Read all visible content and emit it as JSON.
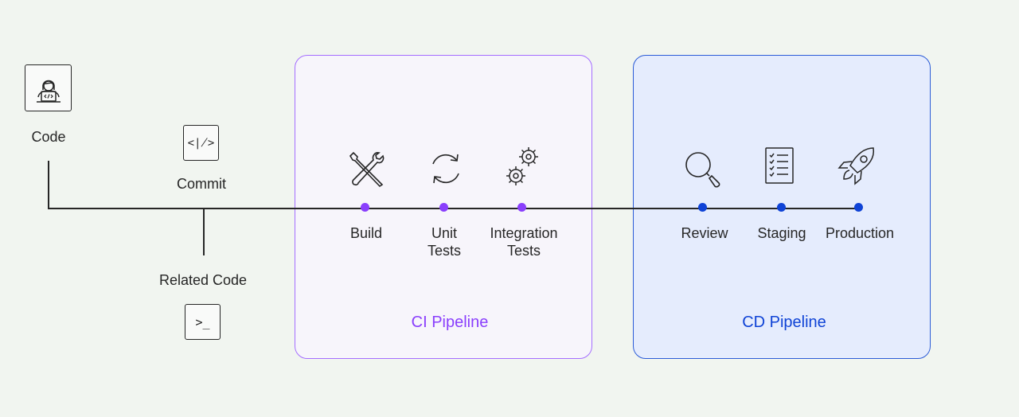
{
  "sources": {
    "code_label": "Code",
    "commit_label": "Commit",
    "related_label": "Related Code",
    "commit_glyph": "<∤>",
    "terminal_glyph": ">_"
  },
  "ci": {
    "title": "CI Pipeline",
    "color": "#8a3ffc",
    "stages": [
      {
        "label": "Build",
        "icon": "wrench-screwdriver-icon"
      },
      {
        "label": "Unit\nTests",
        "icon": "refresh-cycle-icon"
      },
      {
        "label": "Integration\nTests",
        "icon": "gears-icon"
      }
    ]
  },
  "cd": {
    "title": "CD Pipeline",
    "color": "#0f43d6",
    "stages": [
      {
        "label": "Review",
        "icon": "magnifier-icon"
      },
      {
        "label": "Staging",
        "icon": "checklist-icon"
      },
      {
        "label": "Production",
        "icon": "rocket-icon"
      }
    ]
  }
}
